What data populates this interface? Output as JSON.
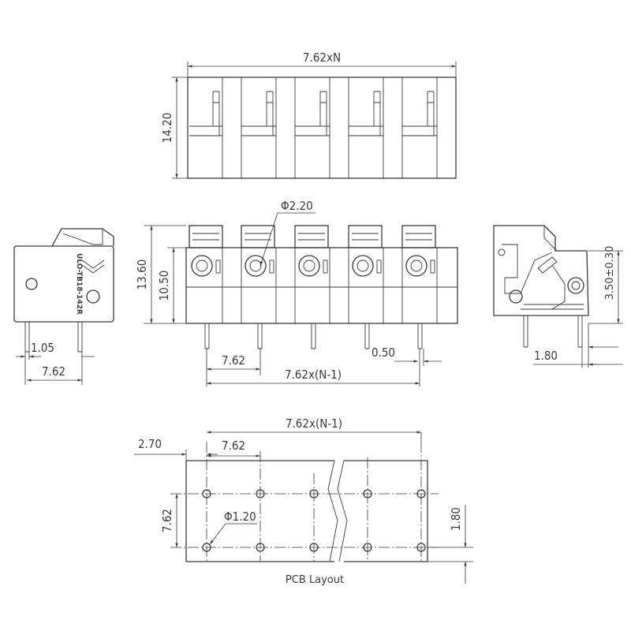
{
  "top_view": {
    "width_dim": "7.62xN",
    "height_dim": "14.20"
  },
  "front_view": {
    "diameter_dim": "Φ2.20",
    "height_dim": "13.60",
    "inner_height_dim": "10.50",
    "pitch_dim": "7.62",
    "span_dim": "7.62x(N-1)",
    "pin_dim": "0.50"
  },
  "left_view": {
    "marking": "ULO-TB18-142R",
    "pin_width_dim": "1.05",
    "pin_spacing_dim": "7.62"
  },
  "right_view": {
    "height_dim": "3.50±0.30",
    "offset_dim": "1.80"
  },
  "pcb_layout": {
    "span_dim": "7.62x(N-1)",
    "edge_dim": "2.70",
    "pitch_dim": "7.62",
    "row_spacing_dim": "7.62",
    "hole_dim": "Φ1.20",
    "offset_dim": "1.80",
    "caption": "PCB Layout"
  }
}
